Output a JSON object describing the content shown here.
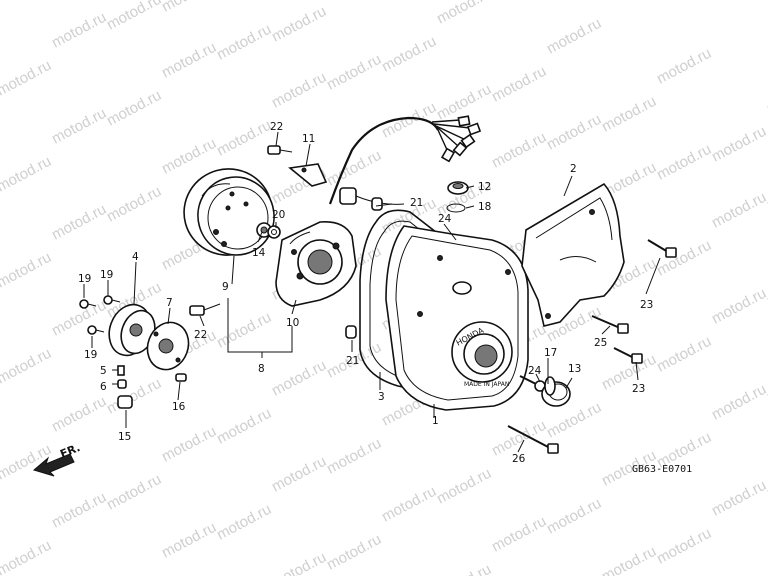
{
  "diagram": {
    "watermark_text": "motod.ru",
    "diagram_code": "GB63-E0701",
    "direction_label": "FR.",
    "callouts": [
      {
        "id": "c1",
        "label": "1"
      },
      {
        "id": "c2",
        "label": "2"
      },
      {
        "id": "c3",
        "label": "3"
      },
      {
        "id": "c4",
        "label": "4"
      },
      {
        "id": "c5",
        "label": "5"
      },
      {
        "id": "c6",
        "label": "6"
      },
      {
        "id": "c7",
        "label": "7"
      },
      {
        "id": "c8",
        "label": "8"
      },
      {
        "id": "c9",
        "label": "9"
      },
      {
        "id": "c10",
        "label": "10"
      },
      {
        "id": "c11",
        "label": "11"
      },
      {
        "id": "c12",
        "label": "12"
      },
      {
        "id": "c13",
        "label": "13"
      },
      {
        "id": "c14",
        "label": "14"
      },
      {
        "id": "c15",
        "label": "15"
      },
      {
        "id": "c16",
        "label": "16"
      },
      {
        "id": "c17",
        "label": "17"
      },
      {
        "id": "c18",
        "label": "18"
      },
      {
        "id": "c19a",
        "label": "19"
      },
      {
        "id": "c19b",
        "label": "19"
      },
      {
        "id": "c19c",
        "label": "19"
      },
      {
        "id": "c20",
        "label": "20"
      },
      {
        "id": "c21a",
        "label": "21"
      },
      {
        "id": "c21b",
        "label": "21"
      },
      {
        "id": "c22a",
        "label": "22"
      },
      {
        "id": "c22b",
        "label": "22"
      },
      {
        "id": "c23a",
        "label": "23"
      },
      {
        "id": "c23b",
        "label": "23"
      },
      {
        "id": "c24a",
        "label": "24"
      },
      {
        "id": "c24b",
        "label": "24"
      },
      {
        "id": "c25",
        "label": "25"
      },
      {
        "id": "c26",
        "label": "26"
      }
    ]
  }
}
